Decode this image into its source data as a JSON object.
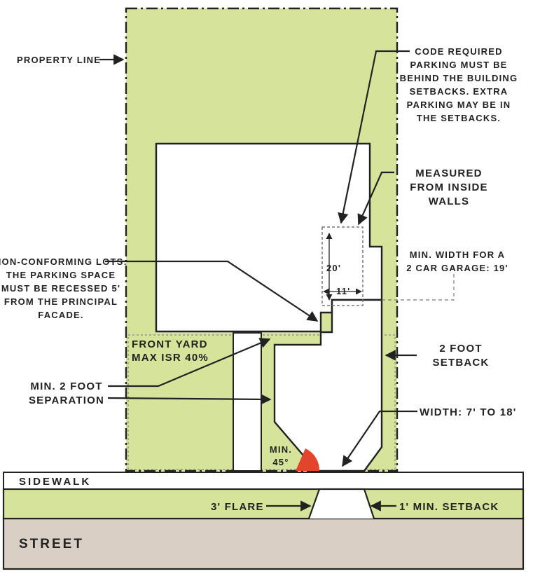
{
  "labels": {
    "property_line": "PROPERTY LINE",
    "code_required": [
      "CODE REQUIRED",
      "PARKING MUST BE",
      "BEHIND THE BUILDING",
      "SETBACKS. EXTRA",
      "PARKING MAY BE IN",
      "THE SETBACKS."
    ],
    "measured": [
      "MEASURED",
      "FROM INSIDE",
      "WALLS"
    ],
    "non_conforming": [
      "NON-CONFORMING LOTS:",
      "THE PARKING SPACE",
      "MUST BE RECESSED 5'",
      "FROM THE PRINCIPAL",
      "FACADE."
    ],
    "min_width": [
      "MIN. WIDTH FOR A",
      "2 CAR GARAGE: 19'"
    ],
    "front_yard": [
      "FRONT YARD",
      "MAX ISR 40%"
    ],
    "separation": [
      "MIN. 2 FOOT",
      "SEPARATION"
    ],
    "two_foot_setback": [
      "2 FOOT",
      "SETBACK"
    ],
    "width": "WIDTH: 7' TO 18'",
    "min_angle": [
      "MIN.",
      "45°"
    ],
    "sidewalk": "SIDEWALK",
    "flare": "3' FLARE",
    "min_setback": "1' MIN. SETBACK",
    "street": "STREET",
    "dim_20": "20'",
    "dim_11": "11'"
  },
  "colors": {
    "lot": "#d6e39a",
    "street": "#d9cfc4",
    "angle": "#e2452c",
    "outline": "#222222"
  }
}
